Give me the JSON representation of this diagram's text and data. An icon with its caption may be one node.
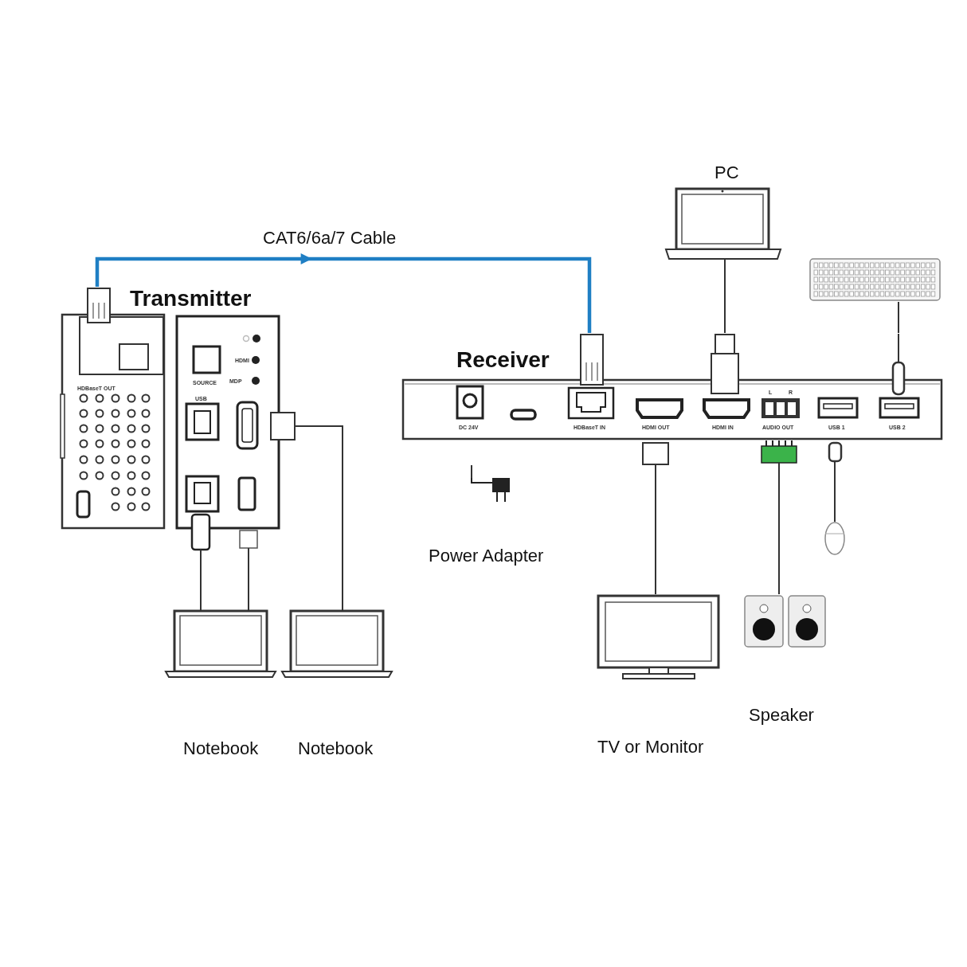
{
  "diagram": {
    "nodes": [
      {
        "text": [
          "Transmitter"
        ]
      },
      {
        "text": [
          "Receiver"
        ]
      },
      {
        "text": [
          "PC"
        ]
      },
      {
        "text": [],
        "shape": "picture"
      },
      {
        "text": [],
        "shape": "picture",
        "beside": [
          "Power Adapter"
        ]
      },
      {
        "text": [],
        "shape": "picture",
        "beside": [
          "TV or Monitor"
        ]
      },
      {
        "text": [],
        "shape": "picture",
        "beside": [
          "Speaker"
        ]
      },
      {
        "text": [],
        "shape": "picture"
      },
      {
        "text": [],
        "shape": "picture",
        "beside": [
          "Notebook"
        ]
      },
      {
        "text": [],
        "shape": "picture",
        "beside": [
          "Notebook"
        ]
      }
    ],
    "edges": [
      {
        "from": 0,
        "to": 1,
        "arrow": "to",
        "label": "CAT6/6a/7 Cable",
        "style": "thick",
        "color": "#1f7fc4"
      },
      {
        "from": 2,
        "to": 1,
        "arrow": "none"
      },
      {
        "from": 3,
        "to": 1,
        "arrow": "none"
      },
      {
        "from": 4,
        "to": 1,
        "arrow": "none"
      },
      {
        "from": 1,
        "to": 5,
        "arrow": "none"
      },
      {
        "from": 1,
        "to": 6,
        "arrow": "none"
      },
      {
        "from": 7,
        "to": 1,
        "arrow": "none"
      },
      {
        "from": 8,
        "to": 0,
        "arrow": "none"
      },
      {
        "from": 8,
        "to": 0,
        "arrow": "none"
      },
      {
        "from": 9,
        "to": 0,
        "arrow": "none"
      }
    ],
    "labels": [
      "HDMI",
      "SOURCE",
      "MDP",
      "HDBaseT OUT",
      "USB",
      "DC 24V",
      "HDBaseT IN",
      "HDMI OUT",
      "HDMI IN",
      "L",
      "R",
      "AUDIO OUT",
      "USB 1",
      "USB 2"
    ]
  }
}
